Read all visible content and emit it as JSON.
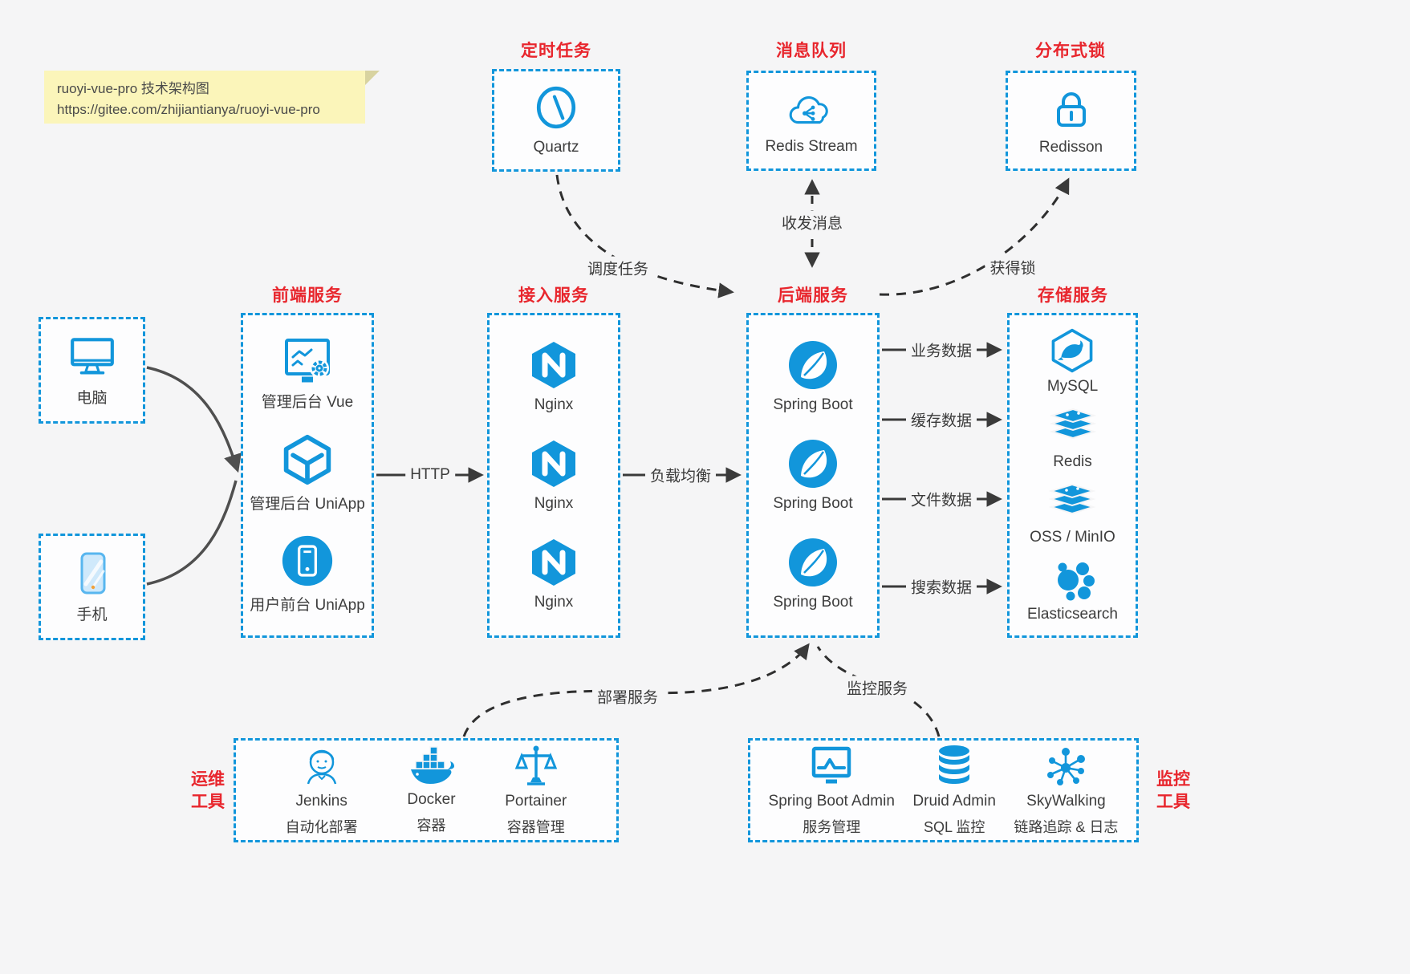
{
  "note": {
    "line1": "ruoyi-vue-pro 技术架构图",
    "line2": "https://gitee.com/zhijiantianya/ruoyi-vue-pro"
  },
  "colors": {
    "accent_blue": "#1296db",
    "title_red": "#e8262d",
    "background": "#f5f5f6",
    "note_yellow": "#fbf5ba",
    "arrow_dark": "#3a3a3a"
  },
  "top_services": [
    {
      "title": "定时任务",
      "item": {
        "label": "Quartz",
        "icon": "clock-icon"
      }
    },
    {
      "title": "消息队列",
      "item": {
        "label": "Redis Stream",
        "icon": "cloud-stream-icon"
      }
    },
    {
      "title": "分布式锁",
      "item": {
        "label": "Redisson",
        "icon": "lock-icon"
      }
    }
  ],
  "clients": [
    {
      "label": "电脑",
      "icon": "desktop-icon"
    },
    {
      "label": "手机",
      "icon": "mobile-icon"
    }
  ],
  "columns": [
    {
      "title": "前端服务",
      "items": [
        {
          "label": "管理后台 Vue",
          "icon": "admin-vue-icon"
        },
        {
          "label": "管理后台 UniApp",
          "icon": "uniapp-cube-icon"
        },
        {
          "label": "用户前台 UniApp",
          "icon": "user-app-icon"
        }
      ]
    },
    {
      "title": "接入服务",
      "items": [
        {
          "label": "Nginx",
          "icon": "nginx-icon"
        },
        {
          "label": "Nginx",
          "icon": "nginx-icon"
        },
        {
          "label": "Nginx",
          "icon": "nginx-icon"
        }
      ]
    },
    {
      "title": "后端服务",
      "items": [
        {
          "label": "Spring Boot",
          "icon": "spring-icon"
        },
        {
          "label": "Spring Boot",
          "icon": "spring-icon"
        },
        {
          "label": "Spring Boot",
          "icon": "spring-icon"
        }
      ]
    },
    {
      "title": "存储服务",
      "items": [
        {
          "label": "MySQL",
          "icon": "mysql-icon"
        },
        {
          "label": "Redis",
          "icon": "redis-icon"
        },
        {
          "label": "OSS / MinIO",
          "icon": "oss-icon"
        },
        {
          "label": "Elasticsearch",
          "icon": "elasticsearch-icon"
        }
      ]
    }
  ],
  "ops_tools": {
    "side_line1": "运维",
    "side_line2": "工具",
    "items": [
      {
        "name": "Jenkins",
        "desc": "自动化部署",
        "icon": "jenkins-icon"
      },
      {
        "name": "Docker",
        "desc": "容器",
        "icon": "docker-icon"
      },
      {
        "name": "Portainer",
        "desc": "容器管理",
        "icon": "portainer-icon"
      }
    ]
  },
  "monitor_tools": {
    "side_line1": "监控",
    "side_line2": "工具",
    "items": [
      {
        "name": "Spring Boot Admin",
        "desc": "服务管理",
        "icon": "spring-boot-admin-icon"
      },
      {
        "name": "Druid Admin",
        "desc": "SQL 监控",
        "icon": "druid-icon"
      },
      {
        "name": "SkyWalking",
        "desc": "链路追踪 & 日志",
        "icon": "skywalking-icon"
      }
    ]
  },
  "edges": {
    "http": "HTTP",
    "load_balance": "负载均衡",
    "business_data": "业务数据",
    "cache_data": "缓存数据",
    "file_data": "文件数据",
    "search_data": "搜索数据",
    "schedule_job": "调度任务",
    "send_receive_message": "收发消息",
    "acquire_lock": "获得锁",
    "deploy_service": "部署服务",
    "monitor_service": "监控服务"
  }
}
